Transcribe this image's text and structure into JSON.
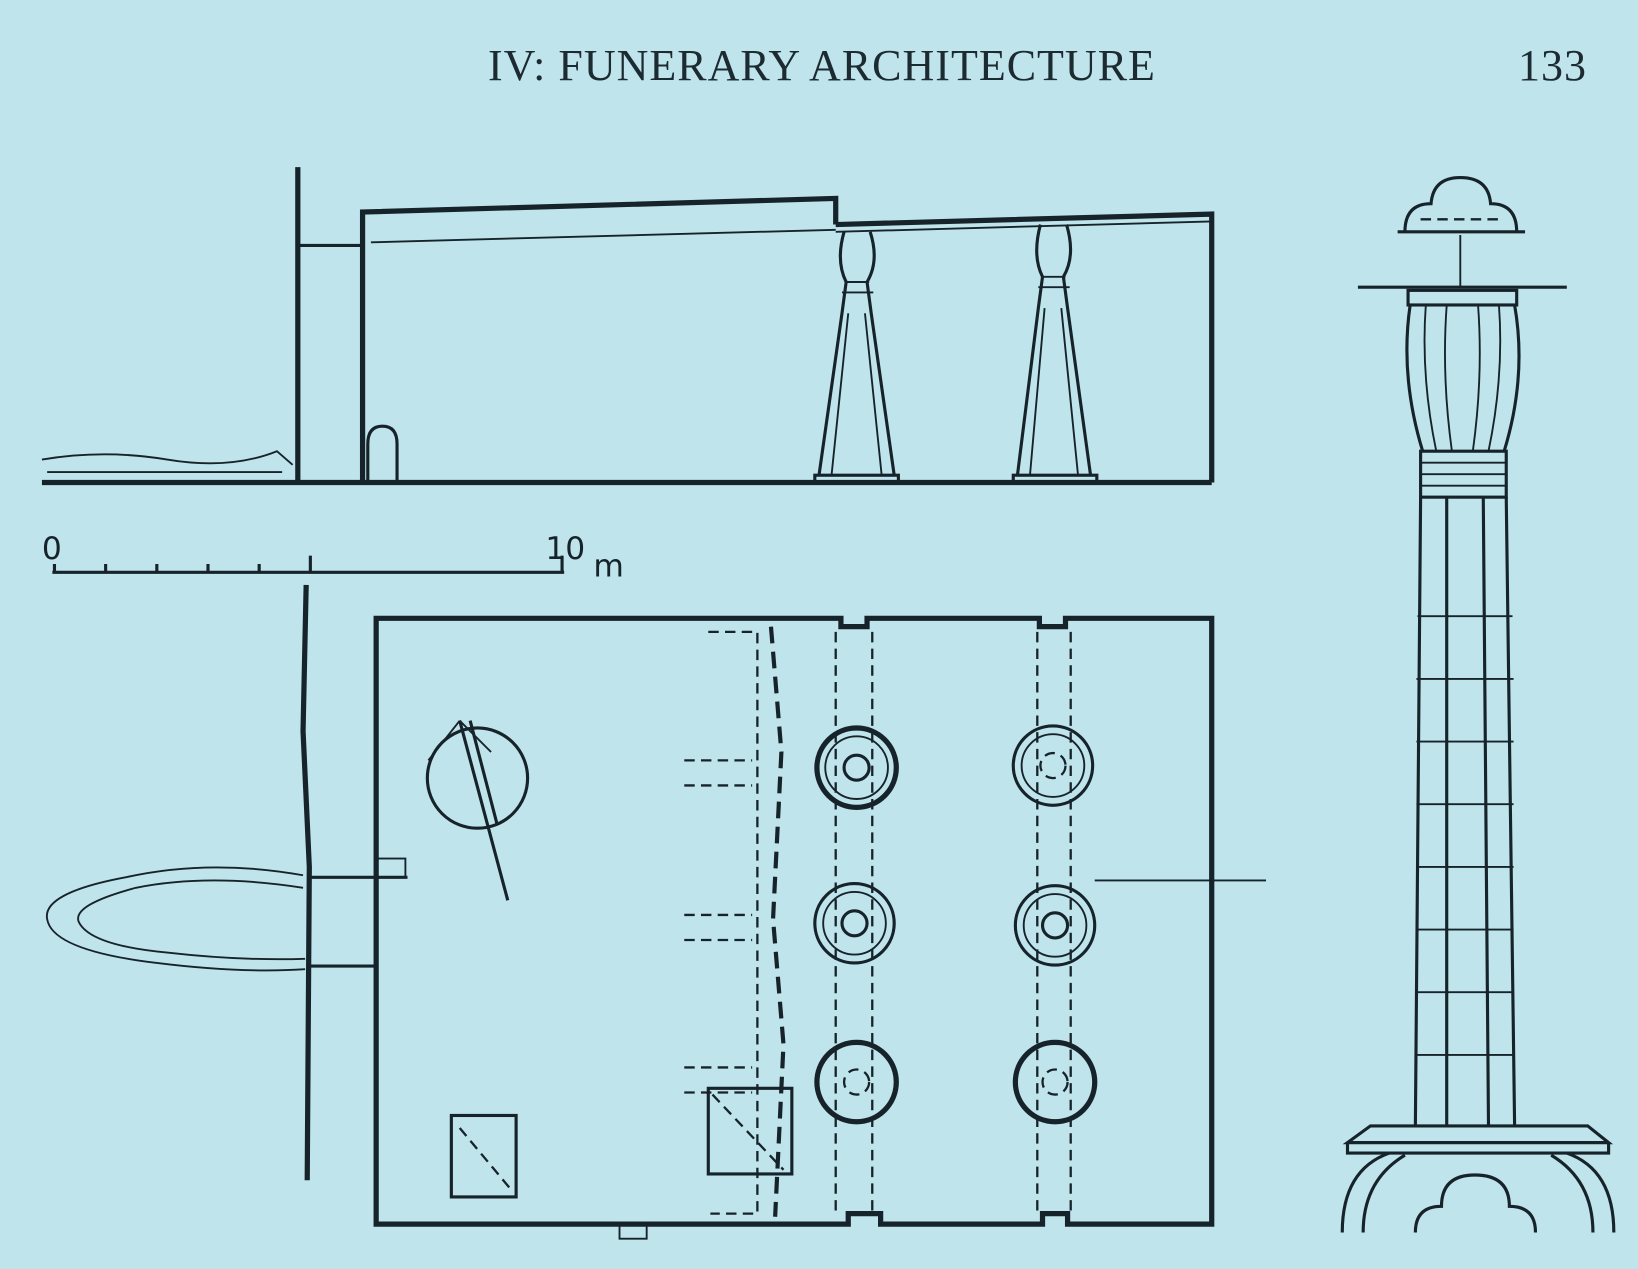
{
  "header": {
    "title": "IV: FUNERARY ARCHITECTURE",
    "page_number": "133"
  },
  "scale_bar": {
    "start_label": "0",
    "end_label": "10",
    "unit": "m"
  },
  "colors": {
    "paper": "#bfe4ec",
    "ink": "#17232a"
  }
}
